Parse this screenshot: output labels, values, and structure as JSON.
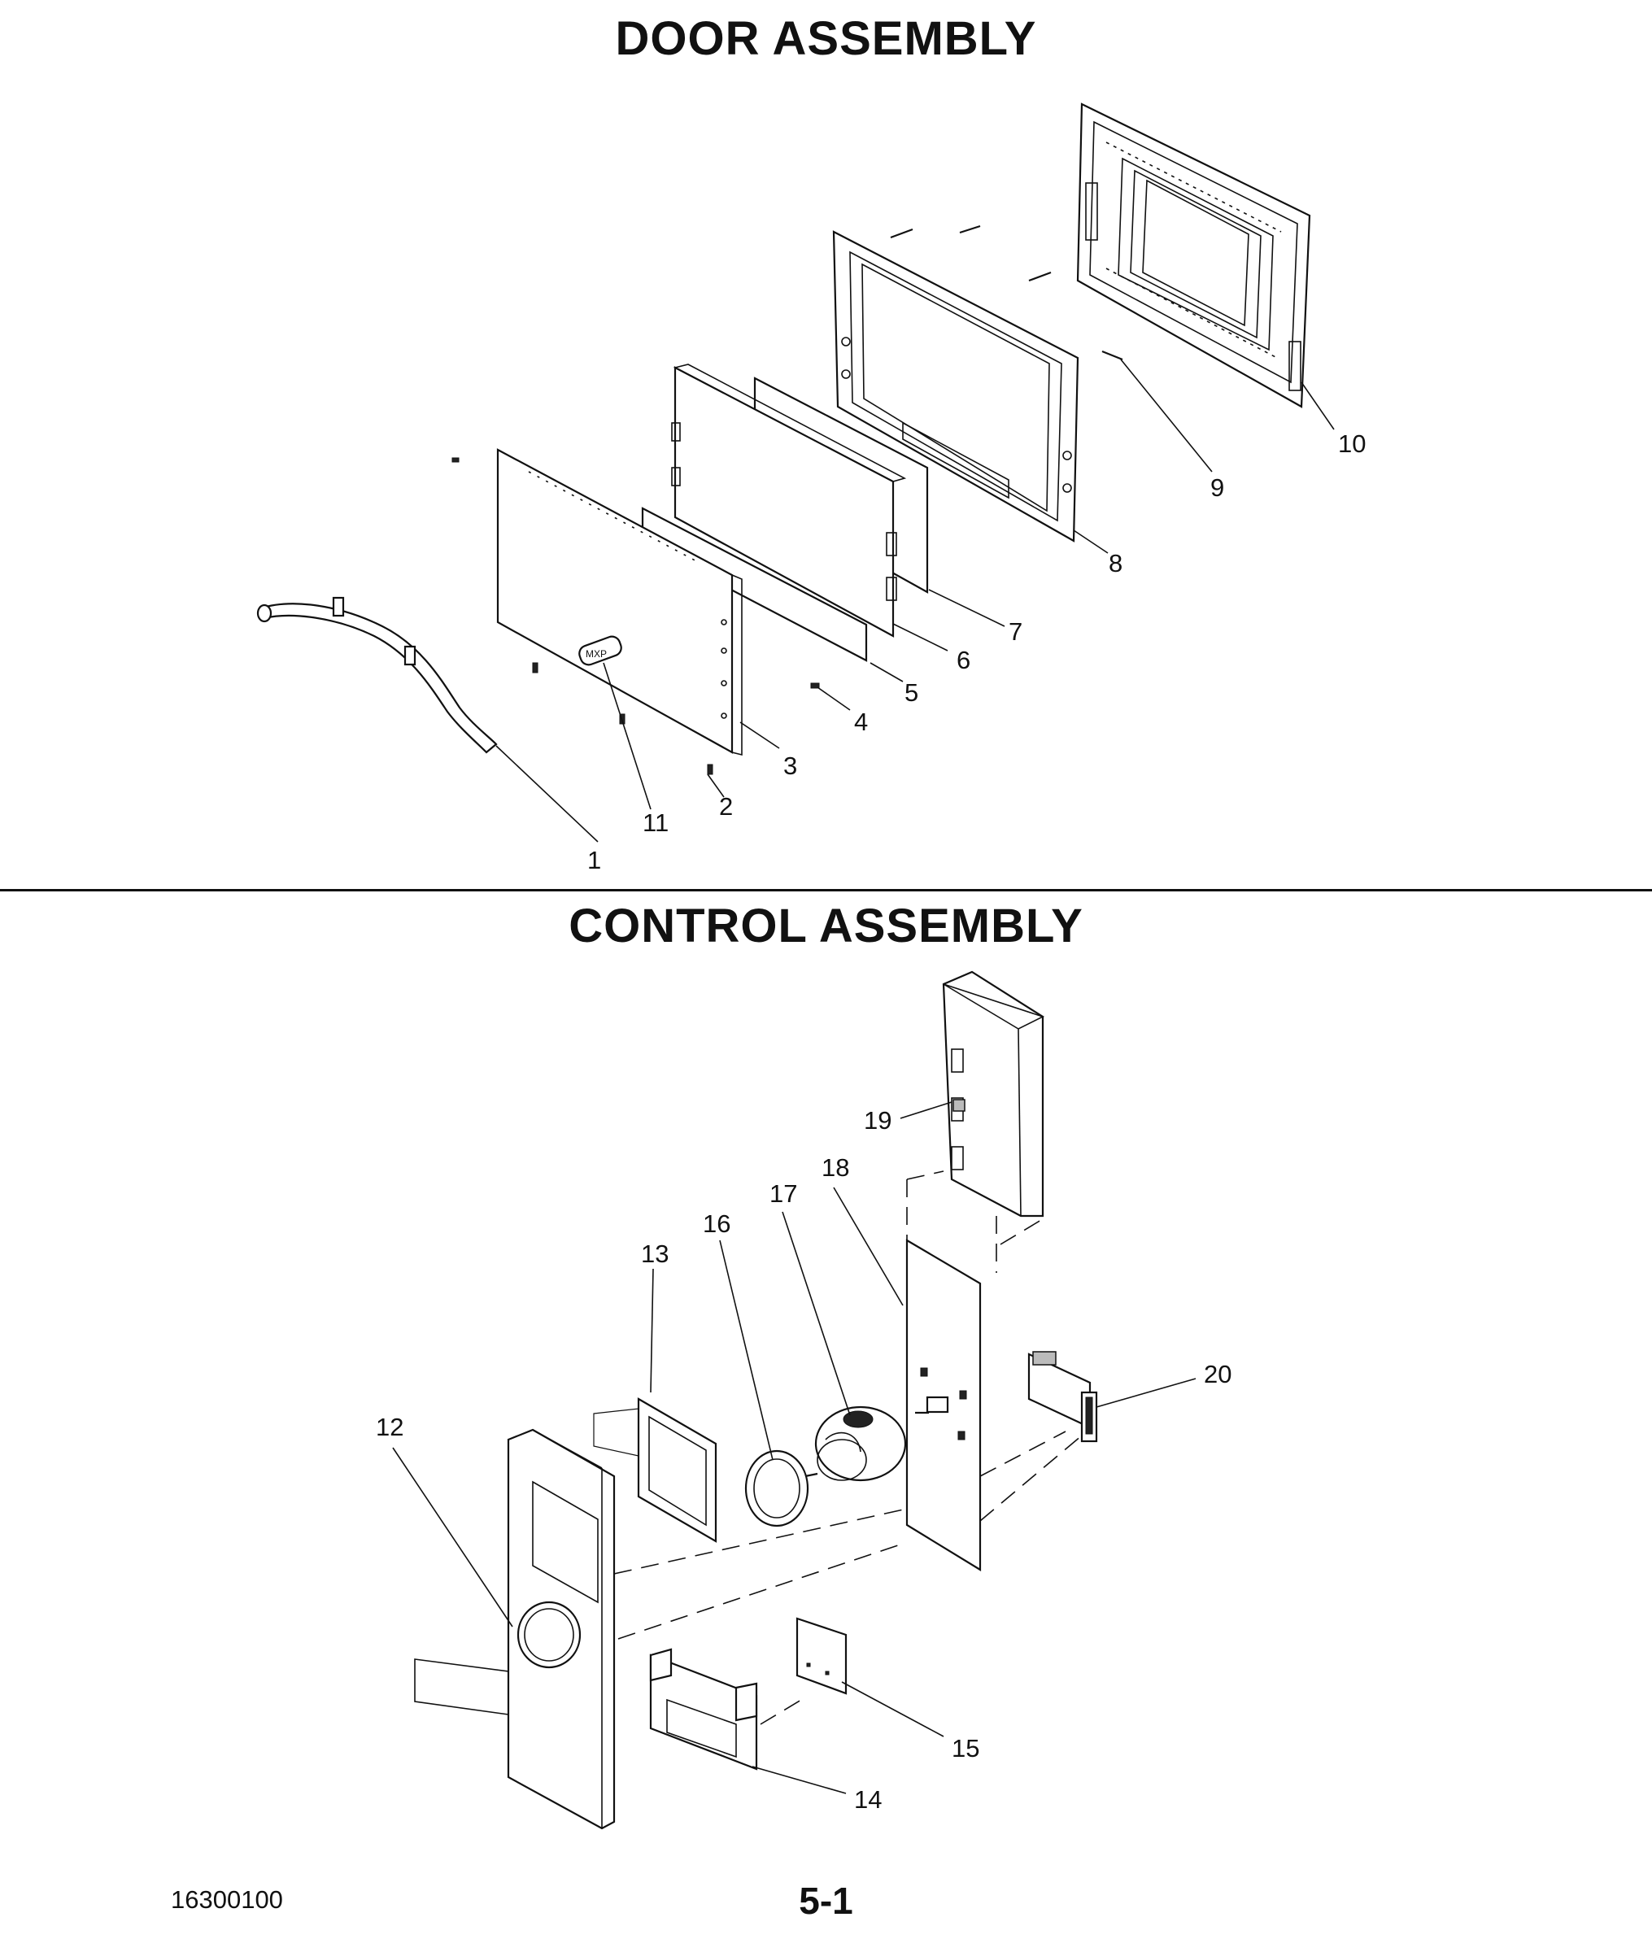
{
  "sections": {
    "door": {
      "title": "DOOR ASSEMBLY"
    },
    "control": {
      "title": "CONTROL ASSEMBLY"
    }
  },
  "callouts": {
    "c1": "1",
    "c2": "2",
    "c3": "3",
    "c4": "4",
    "c5": "5",
    "c6": "6",
    "c7": "7",
    "c8": "8",
    "c9": "9",
    "c10": "10",
    "c11": "11",
    "c12": "12",
    "c13": "13",
    "c14": "14",
    "c15": "15",
    "c16": "16",
    "c17": "17",
    "c18": "18",
    "c19": "19",
    "c20": "20"
  },
  "badge_text": "MXP",
  "footer": {
    "doc_number": "16300100",
    "page": "5-1"
  }
}
